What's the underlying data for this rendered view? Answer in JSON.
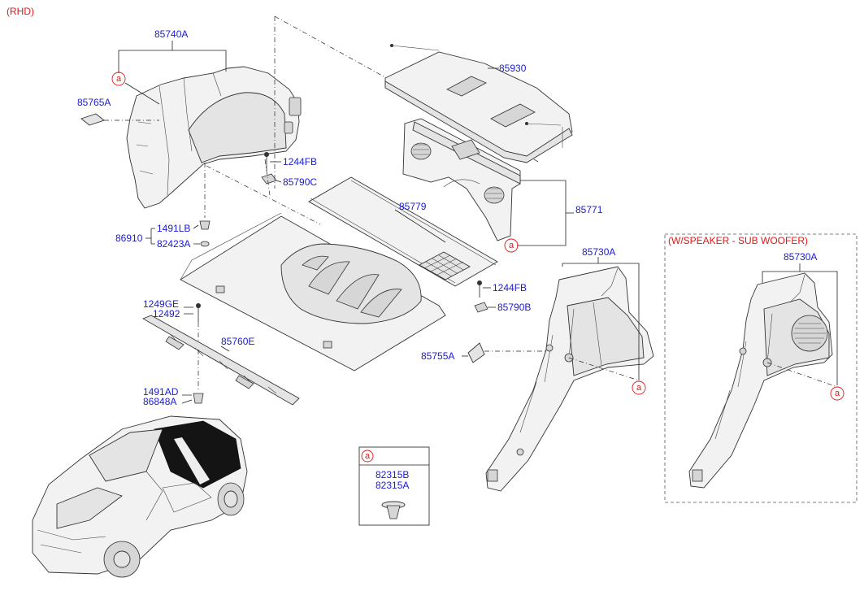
{
  "diagram": {
    "variant_label": "(RHD)",
    "option_label": "(W/SPEAKER - SUB WOOFER)",
    "callout_letter": "a",
    "part_labels": {
      "p85740A": "85740A",
      "p85765A": "85765A",
      "p1244FB_left": "1244FB",
      "p85790C": "85790C",
      "p1491LB": "1491LB",
      "p86910": "86910",
      "p82423A": "82423A",
      "p1249GE": "1249GE",
      "p12492": "12492",
      "p85760E": "85760E",
      "p1491AD": "1491AD",
      "p86848A": "86848A",
      "p85930": "85930",
      "p85779": "85779",
      "p85771": "85771",
      "p85730A": "85730A",
      "p1244FB_right": "1244FB",
      "p85790B": "85790B",
      "p85755A": "85755A",
      "p85730A_option": "85730A",
      "p82315B": "82315B",
      "p82315A": "82315A"
    }
  }
}
